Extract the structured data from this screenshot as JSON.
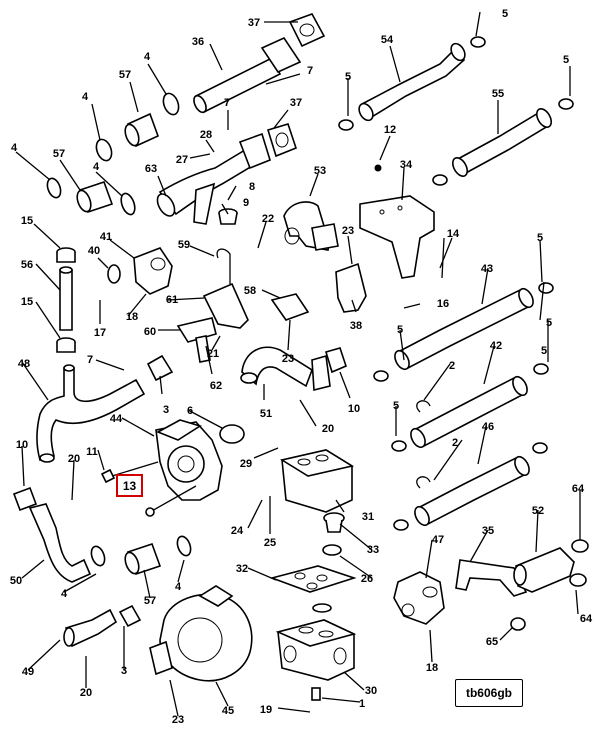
{
  "reference_code": "tb606gb",
  "highlighted_callout": "13",
  "highlight_color": "#d40000",
  "callouts": [
    "37",
    "5",
    "54",
    "5",
    "36",
    "7",
    "57",
    "4",
    "5",
    "55",
    "4",
    "7",
    "37",
    "28",
    "12",
    "4",
    "57",
    "27",
    "63",
    "34",
    "8",
    "4",
    "9",
    "53",
    "15",
    "40",
    "41",
    "22",
    "23",
    "14",
    "5",
    "59",
    "56",
    "43",
    "61",
    "58",
    "15",
    "18",
    "16",
    "5",
    "17",
    "60",
    "21",
    "23",
    "38",
    "5",
    "42",
    "48",
    "7",
    "3",
    "62",
    "2",
    "5",
    "51",
    "10",
    "2",
    "44",
    "6",
    "5",
    "46",
    "20",
    "10",
    "11",
    "29",
    "20",
    "31",
    "64",
    "24",
    "25",
    "52",
    "35",
    "33",
    "47",
    "50",
    "4",
    "57",
    "4",
    "32",
    "26",
    "3",
    "64",
    "65",
    "49",
    "18",
    "20",
    "23",
    "45",
    "30",
    "19",
    "1"
  ]
}
